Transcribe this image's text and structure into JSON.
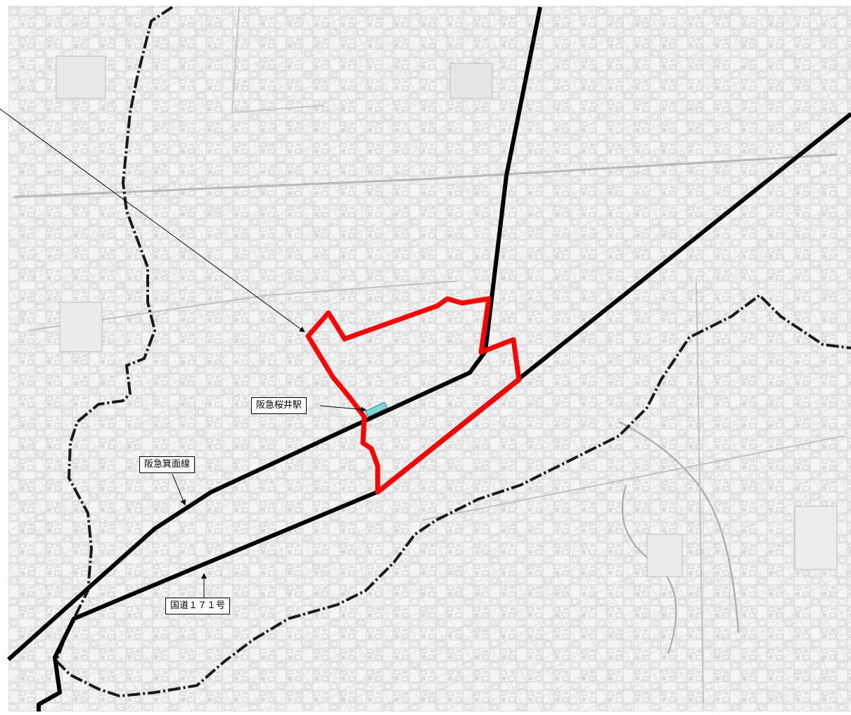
{
  "labels": {
    "station": "阪急桜井駅",
    "railway": "阪急箕面線",
    "road": "国道１７１号"
  },
  "colors": {
    "area_boundary": "#ff0000",
    "railway": "#000000",
    "road": "#000000",
    "city_boundary": "#1a1a1a",
    "station_marker": "#7fd6d6",
    "basemap": "#cfcfcf"
  },
  "icons": {
    "station_marker": "station-icon",
    "arrow": "arrow-icon"
  }
}
